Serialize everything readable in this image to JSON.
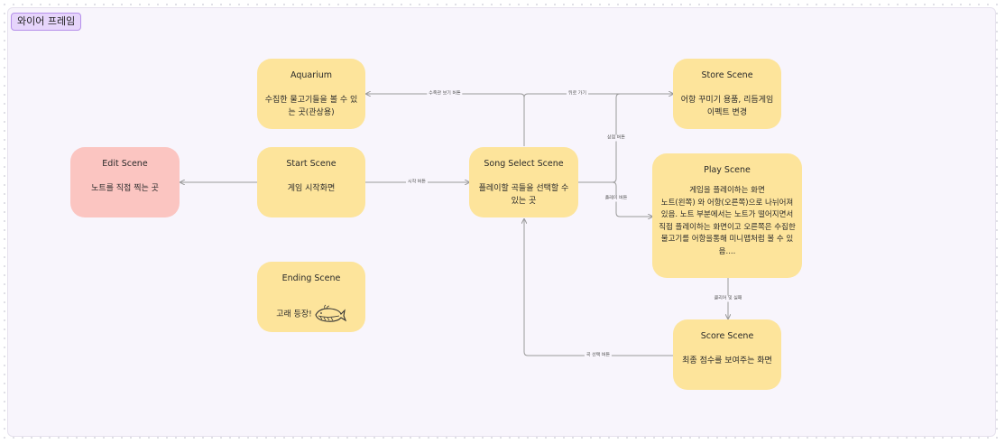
{
  "frame_title": "와이어 프레임",
  "nodes": {
    "aquarium": {
      "title": "Aquarium",
      "desc": "수집한 물고기들을 볼 수 있는 곳(관상용)"
    },
    "start": {
      "title": "Start Scene",
      "desc": "게임 시작화면"
    },
    "edit": {
      "title": "Edit Scene",
      "desc": "노트를 직접 찍는 곳"
    },
    "ending": {
      "title": "Ending  Scene",
      "desc": "고래 등장!"
    },
    "song_select": {
      "title": "Song Select Scene",
      "desc": "플레이할 곡들을 선택할 수 있는 곳"
    },
    "store": {
      "title": "Store Scene",
      "desc": "어항 꾸미기 용품, 리듬게임 이펙트 변경"
    },
    "play": {
      "title": "Play Scene",
      "desc": "게임을 플레이하는 화면\n노트(왼쪽) 와 어항(오른쪽)으로 나뉘어져있음. 노트 부분에서는 노트가 떨어지면서 직접 플레이하는 화면이고 오른쪽은 수집한 물고기를 어항을통해 미니맵처럼 볼 수 있음...."
    },
    "score": {
      "title": "Score Scene",
      "desc": "최종 점수를 보여주는 화면"
    }
  },
  "edge_labels": {
    "aquarium_btn": "수족관 보기 버튼",
    "back": "뒤로 가기",
    "shop_btn": "상점 버튼",
    "start_btn": "시작 버튼",
    "play_btn": "플레이 버튼",
    "clear_fail": "클리어 및 실패",
    "song_select_btn": "곡 선택 버튼"
  },
  "colors": {
    "node_yellow": "#fde49b",
    "node_red": "#fbc5c1",
    "frame_label": "#e6d5fb",
    "edge": "#9a9a9a"
  }
}
